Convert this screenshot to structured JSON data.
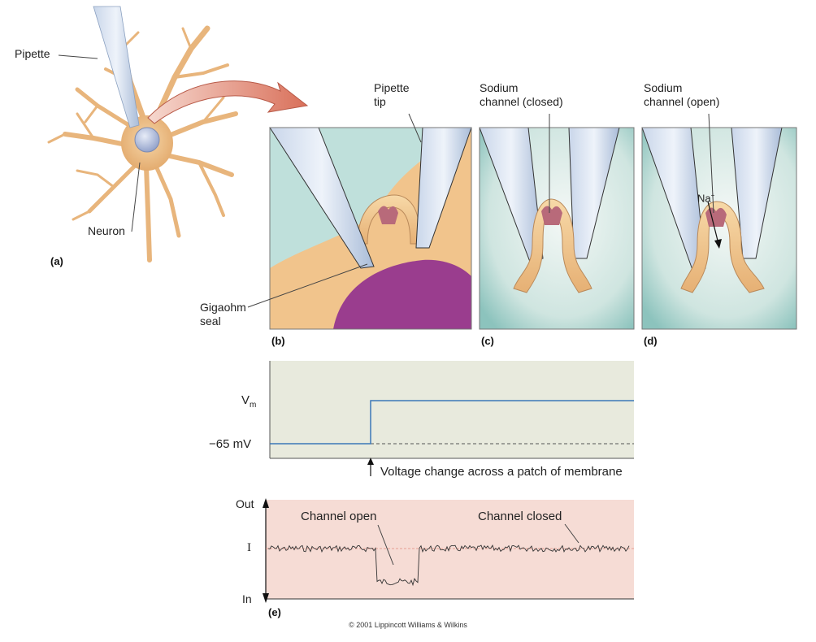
{
  "labels": {
    "pipette": "Pipette",
    "neuron": "Neuron",
    "pipette_tip": [
      "Pipette",
      "tip"
    ],
    "sodium_closed": [
      "Sodium",
      "channel (closed)"
    ],
    "sodium_open": [
      "Sodium",
      "channel (open)"
    ],
    "gigaohm_seal": [
      "Gigaohm",
      "seal"
    ],
    "na_ion": "Na",
    "na_charge": "+"
  },
  "panels": {
    "a": "(a)",
    "b": "(b)",
    "c": "(c)",
    "d": "(d)",
    "e": "(e)"
  },
  "voltage_plot": {
    "y_label_main": "V",
    "y_label_sub": "m",
    "baseline": "−65 mV",
    "caption": "Voltage change across a patch of membrane"
  },
  "current_plot": {
    "out": "Out",
    "i": "I",
    "in": "In",
    "channel_open": "Channel open",
    "channel_closed": "Channel closed"
  },
  "copyright": "© 2001 Lippincott Williams & Wilkins",
  "colors": {
    "voltage_bg": "#e8eadd",
    "current_bg": "#f6dcd5",
    "trace_blue": "#3b78b8",
    "arrow_red": "#d9705a",
    "membrane": "#f2c48a",
    "channel": "#b86a7a"
  }
}
